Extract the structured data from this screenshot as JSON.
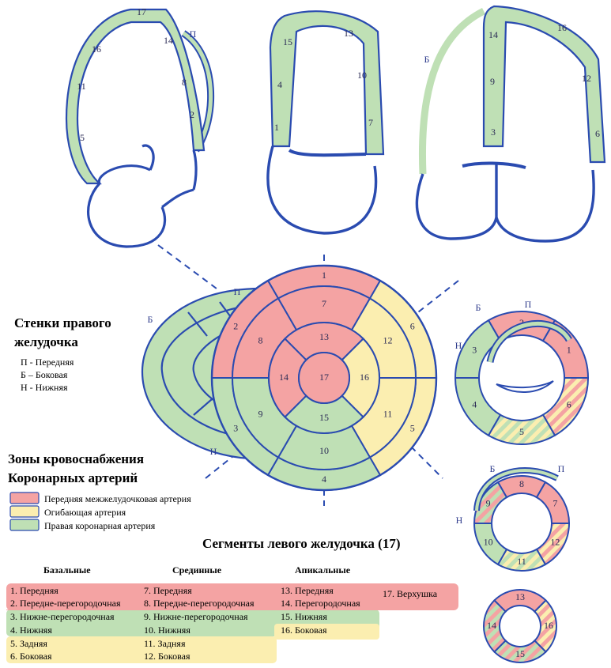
{
  "colors": {
    "lad": "#f4a3a3",
    "lcx": "#fbeeb0",
    "rca": "#bfe0b5",
    "outline": "#2a4bb0",
    "myocardium": "#2a4bb0"
  },
  "rv_wall": {
    "title_1": "Стенки правого",
    "title_2": "желудочка",
    "items": [
      "П - Передняя",
      "Б – Боковая",
      "Н - Нижняя"
    ],
    "labels": {
      "anterior": "П",
      "lateral": "Б",
      "inferior": "Н"
    }
  },
  "zones": {
    "title_1": "Зоны кровоснабжения",
    "title_2": "Коронарных артерий",
    "items": [
      {
        "label": "Передняя межжелудочковая артерия",
        "color": "#f4a3a3"
      },
      {
        "label": "Огибающая артерия",
        "color": "#fbeeb0"
      },
      {
        "label": "Правая коронарная артерия",
        "color": "#bfe0b5"
      }
    ]
  },
  "segments_title": "Сегменты левого желудочка (17)",
  "table": {
    "headers": [
      "Базальные",
      "Срединные",
      "Апикальные"
    ],
    "basal": [
      "1. Передняя",
      "2. Передне-перегородочная",
      "3. Нижне-перегородочная",
      "4. Нижняя",
      "5. Задняя",
      "6. Боковая"
    ],
    "mid": [
      "7. Передняя",
      "8. Передне-перегородочная",
      "9. Нижне-перегородочная",
      "10. Нижняя",
      "11. Задняя",
      "12. Боковая"
    ],
    "apical": [
      "13. Передняя",
      "14. Перегородочная",
      "15. Нижняя",
      "16. Боковая"
    ],
    "apex": "17. Верхушка"
  },
  "bullseye": {
    "basal": [
      "1",
      "6",
      "5",
      "4",
      "3",
      "2"
    ],
    "mid": [
      "7",
      "12",
      "11",
      "10",
      "9",
      "8"
    ],
    "apical": [
      "13",
      "16",
      "15",
      "14"
    ],
    "apex": "17"
  },
  "views": {
    "four_chamber": [
      "17",
      "14",
      "8",
      "2",
      "16",
      "11",
      "5"
    ],
    "two_chamber": [
      "15",
      "13",
      "10",
      "7",
      "4",
      "1"
    ],
    "three_chamber": [
      "14",
      "16",
      "9",
      "12",
      "3",
      "6"
    ],
    "sax_basal": [
      "2",
      "1",
      "6",
      "5",
      "4",
      "3"
    ],
    "sax_mid": [
      "8",
      "7",
      "12",
      "11",
      "10",
      "9"
    ],
    "sax_apical": [
      "13",
      "16",
      "15",
      "14"
    ]
  }
}
